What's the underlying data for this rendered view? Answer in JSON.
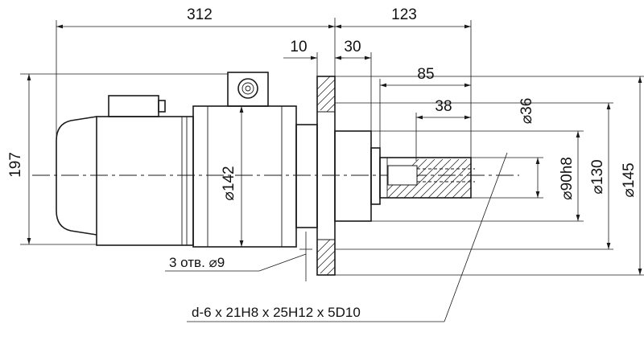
{
  "dimensions": {
    "overall_length": "312",
    "shaft_length": "123",
    "flange_thickness": "10",
    "flange_offset": "30",
    "shaft_85": "85",
    "shaft_38": "38",
    "overall_height": "197",
    "housing_diameter": "⌀142",
    "shaft_diameter": "⌀36",
    "spigot_diameter": "⌀90h8",
    "bolt_circle": "⌀130",
    "flange_diameter": "⌀145"
  },
  "notes": {
    "holes": "3 отв. ⌀9",
    "spline": "d-6 x 21H8 x 25H12 x 5D10"
  }
}
